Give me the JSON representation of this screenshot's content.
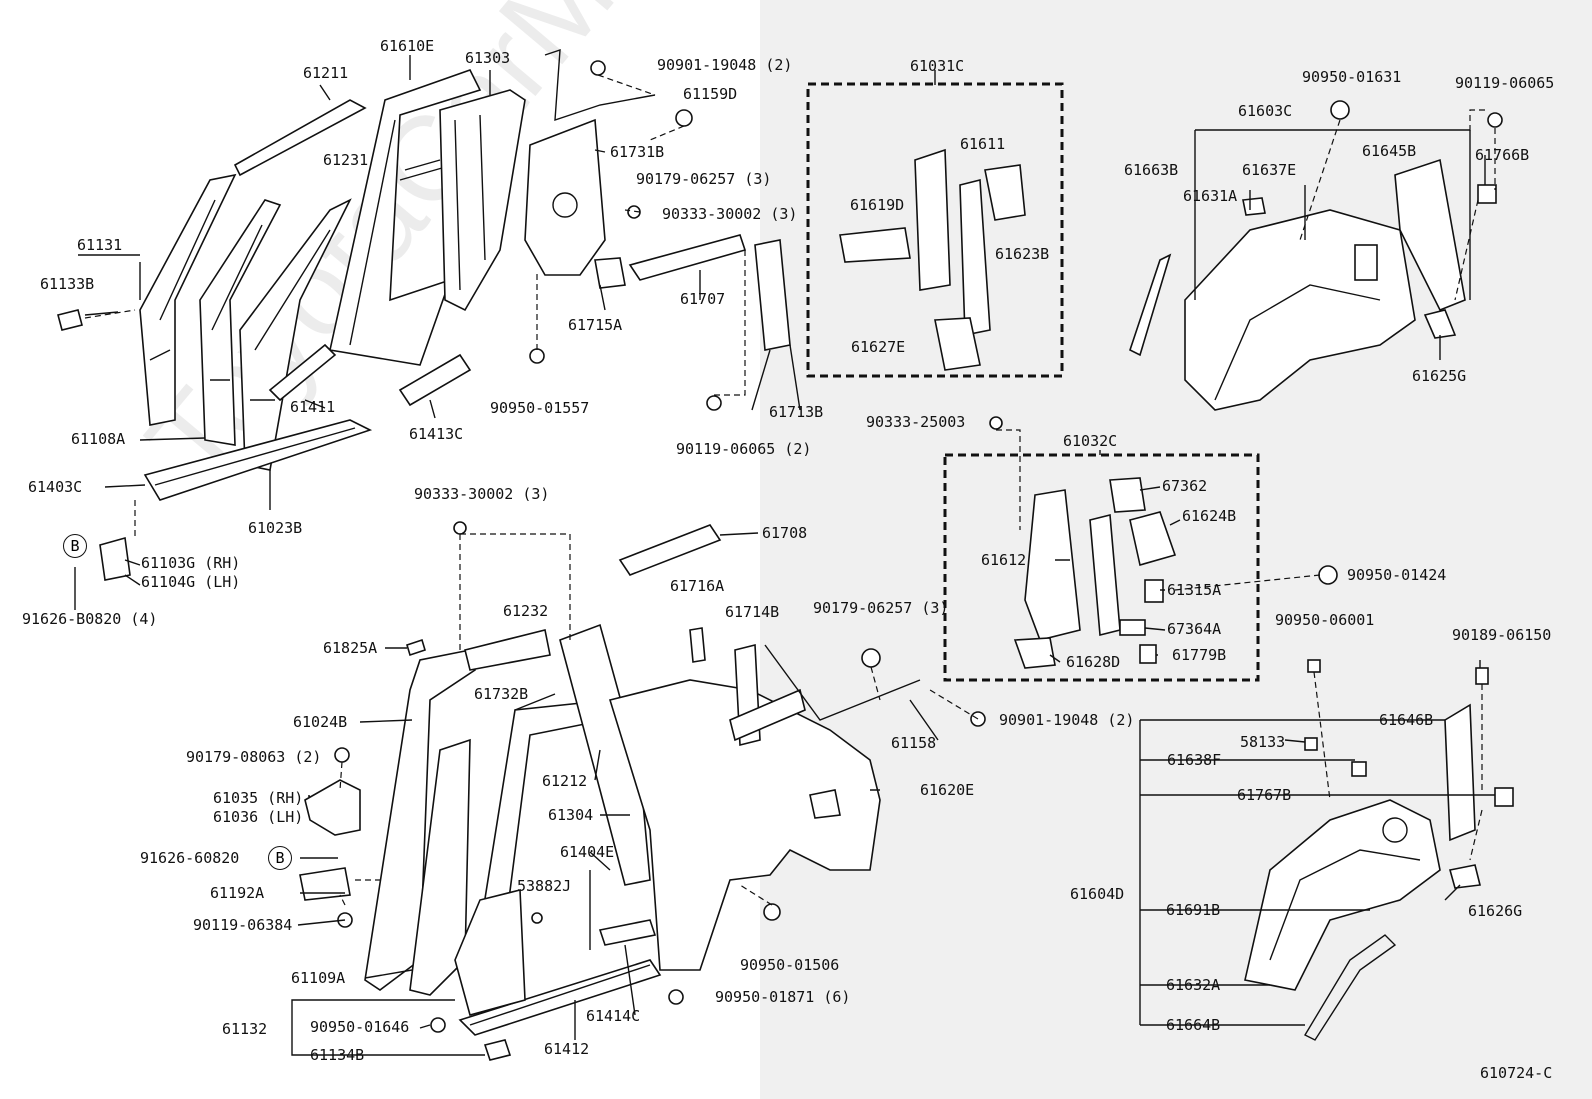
{
  "watermark": "ToyotaCarMine.ru",
  "diagram_code": "610724-C",
  "circle_ref": "B",
  "labels": {
    "l61211": "61211",
    "l61610E": "61610E",
    "l61303": "61303",
    "l90901a": "90901-19048 (2)",
    "l61159D": "61159D",
    "l61731B": "61731B",
    "l90179a": "90179-06257 (3)",
    "l90333a": "90333-30002 (3)",
    "l61231": "61231",
    "l61131": "61131",
    "l61133B": "61133B",
    "l61715A": "61715A",
    "l61707": "61707",
    "l61411": "61411",
    "l61108A": "61108A",
    "l90950a": "90950-01557",
    "l61413C": "61413C",
    "l61713B": "61713B",
    "l90119a": "90119-06065 (2)",
    "l61403C": "61403C",
    "l61023B": "61023B",
    "l61103G": "61103G (RH)",
    "l61104G": "61104G (LH)",
    "l91626a": "91626-B0820 (4)",
    "l90333b": "90333-30002 (3)",
    "l61708": "61708",
    "l61031C": "61031C",
    "l61611": "61611",
    "l61619D": "61619D",
    "l61623B": "61623B",
    "l61627E": "61627E",
    "l90950b": "90950-01631",
    "l90119b": "90119-06065",
    "l61603C": "61603C",
    "l61663B": "61663B",
    "l61637E": "61637E",
    "l61645B": "61645B",
    "l61766B": "61766B",
    "l61631A": "61631A",
    "l61625G": "61625G",
    "l90333c": "90333-25003",
    "l61032C": "61032C",
    "l67362": "67362",
    "l61624B": "61624B",
    "l61612": "61612",
    "l61315A": "61315A",
    "l90950c": "90950-01424",
    "l67364A": "67364A",
    "l61628D": "61628D",
    "l61779B": "61779B",
    "l90950d": "90950-06001",
    "l90189": "90189-06150",
    "l61716A": "61716A",
    "l61714B": "61714B",
    "l90179b": "90179-06257 (3)",
    "l61232": "61232",
    "l61825A": "61825A",
    "l61732B": "61732B",
    "l61024B": "61024B",
    "l90179c": "90179-08063 (2)",
    "l61035": "61035 (RH)",
    "l61036": "61036 (LH)",
    "l91626b": "91626-60820",
    "l61192A": "61192A",
    "l90119c": "90119-06384",
    "l61109A": "61109A",
    "l61212": "61212",
    "l61304": "61304",
    "l61404E": "61404E",
    "l53882J": "53882J",
    "l61158": "61158",
    "l90901b": "90901-19048 (2)",
    "l61620E": "61620E",
    "l90950e": "90950-01506",
    "l90950f": "90950-01871 (6)",
    "l61132": "61132",
    "l90950g": "90950-01646",
    "l61414C": "61414C",
    "l61134B": "61134B",
    "l61412": "61412",
    "l61646B": "61646B",
    "l58133": "58133",
    "l61638F": "61638F",
    "l61767B": "61767B",
    "l61604D": "61604D",
    "l61691B": "61691B",
    "l61626G": "61626G",
    "l61632A": "61632A",
    "l61664B": "61664B"
  }
}
